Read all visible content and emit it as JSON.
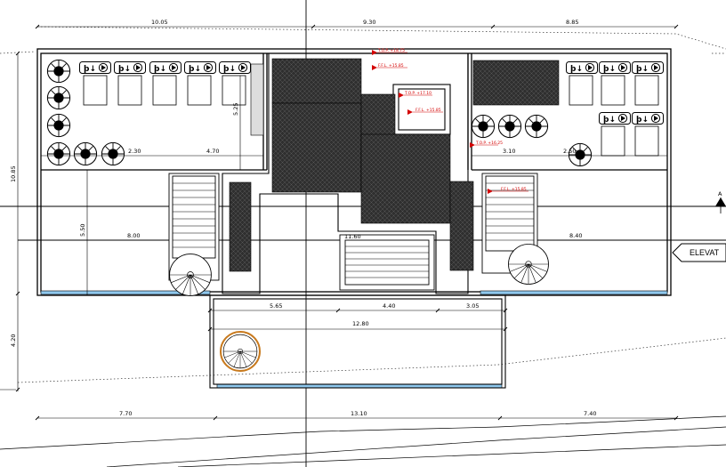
{
  "dimensions": {
    "top_segments": [
      "10.05",
      "9.30",
      "8.85"
    ],
    "bottom_segments": [
      "7.70",
      "13.10",
      "7.40"
    ],
    "left_height": "10.85",
    "left_lower": "4.20",
    "inner_5_25": "5.25",
    "left_2_30": "2.30",
    "left_4_70": "4.70",
    "right_3_10": "3.10",
    "right_2_50": "2.50",
    "left_5_50": "5.50",
    "left_8_00": "8.00",
    "right_8_40": "8.40",
    "center_11_60": "11.60",
    "terrace_5_65": "5.65",
    "terrace_4_40": "4.40",
    "terrace_3_05": "3.05",
    "terrace_12_80": "12.80"
  },
  "levels": {
    "top_of_parapet_1": "T.O.P. +18.75",
    "ffl_1": "F.F.L. +15.85",
    "top_of_parapet_2": "T.O.P. +17.10",
    "ffl_2": "F.F.L. +15.85",
    "top_of_parapet_3": "T.O.P. +16.25",
    "ffl_3": "F.F.L. +15.85"
  },
  "section_marker": "A",
  "elevation_tag": "ELEVAT",
  "colors": {
    "line": "#000000",
    "level_marker": "#d40000",
    "solar_panel": "#2a2a2a",
    "glazing": "#8fc8ee",
    "feature_circle": "#c87a1e"
  },
  "icons": {
    "fan": "ventilation-fan-icon",
    "ac_unit": "ac-unit-icon",
    "stair": "spiral-stair-icon"
  }
}
